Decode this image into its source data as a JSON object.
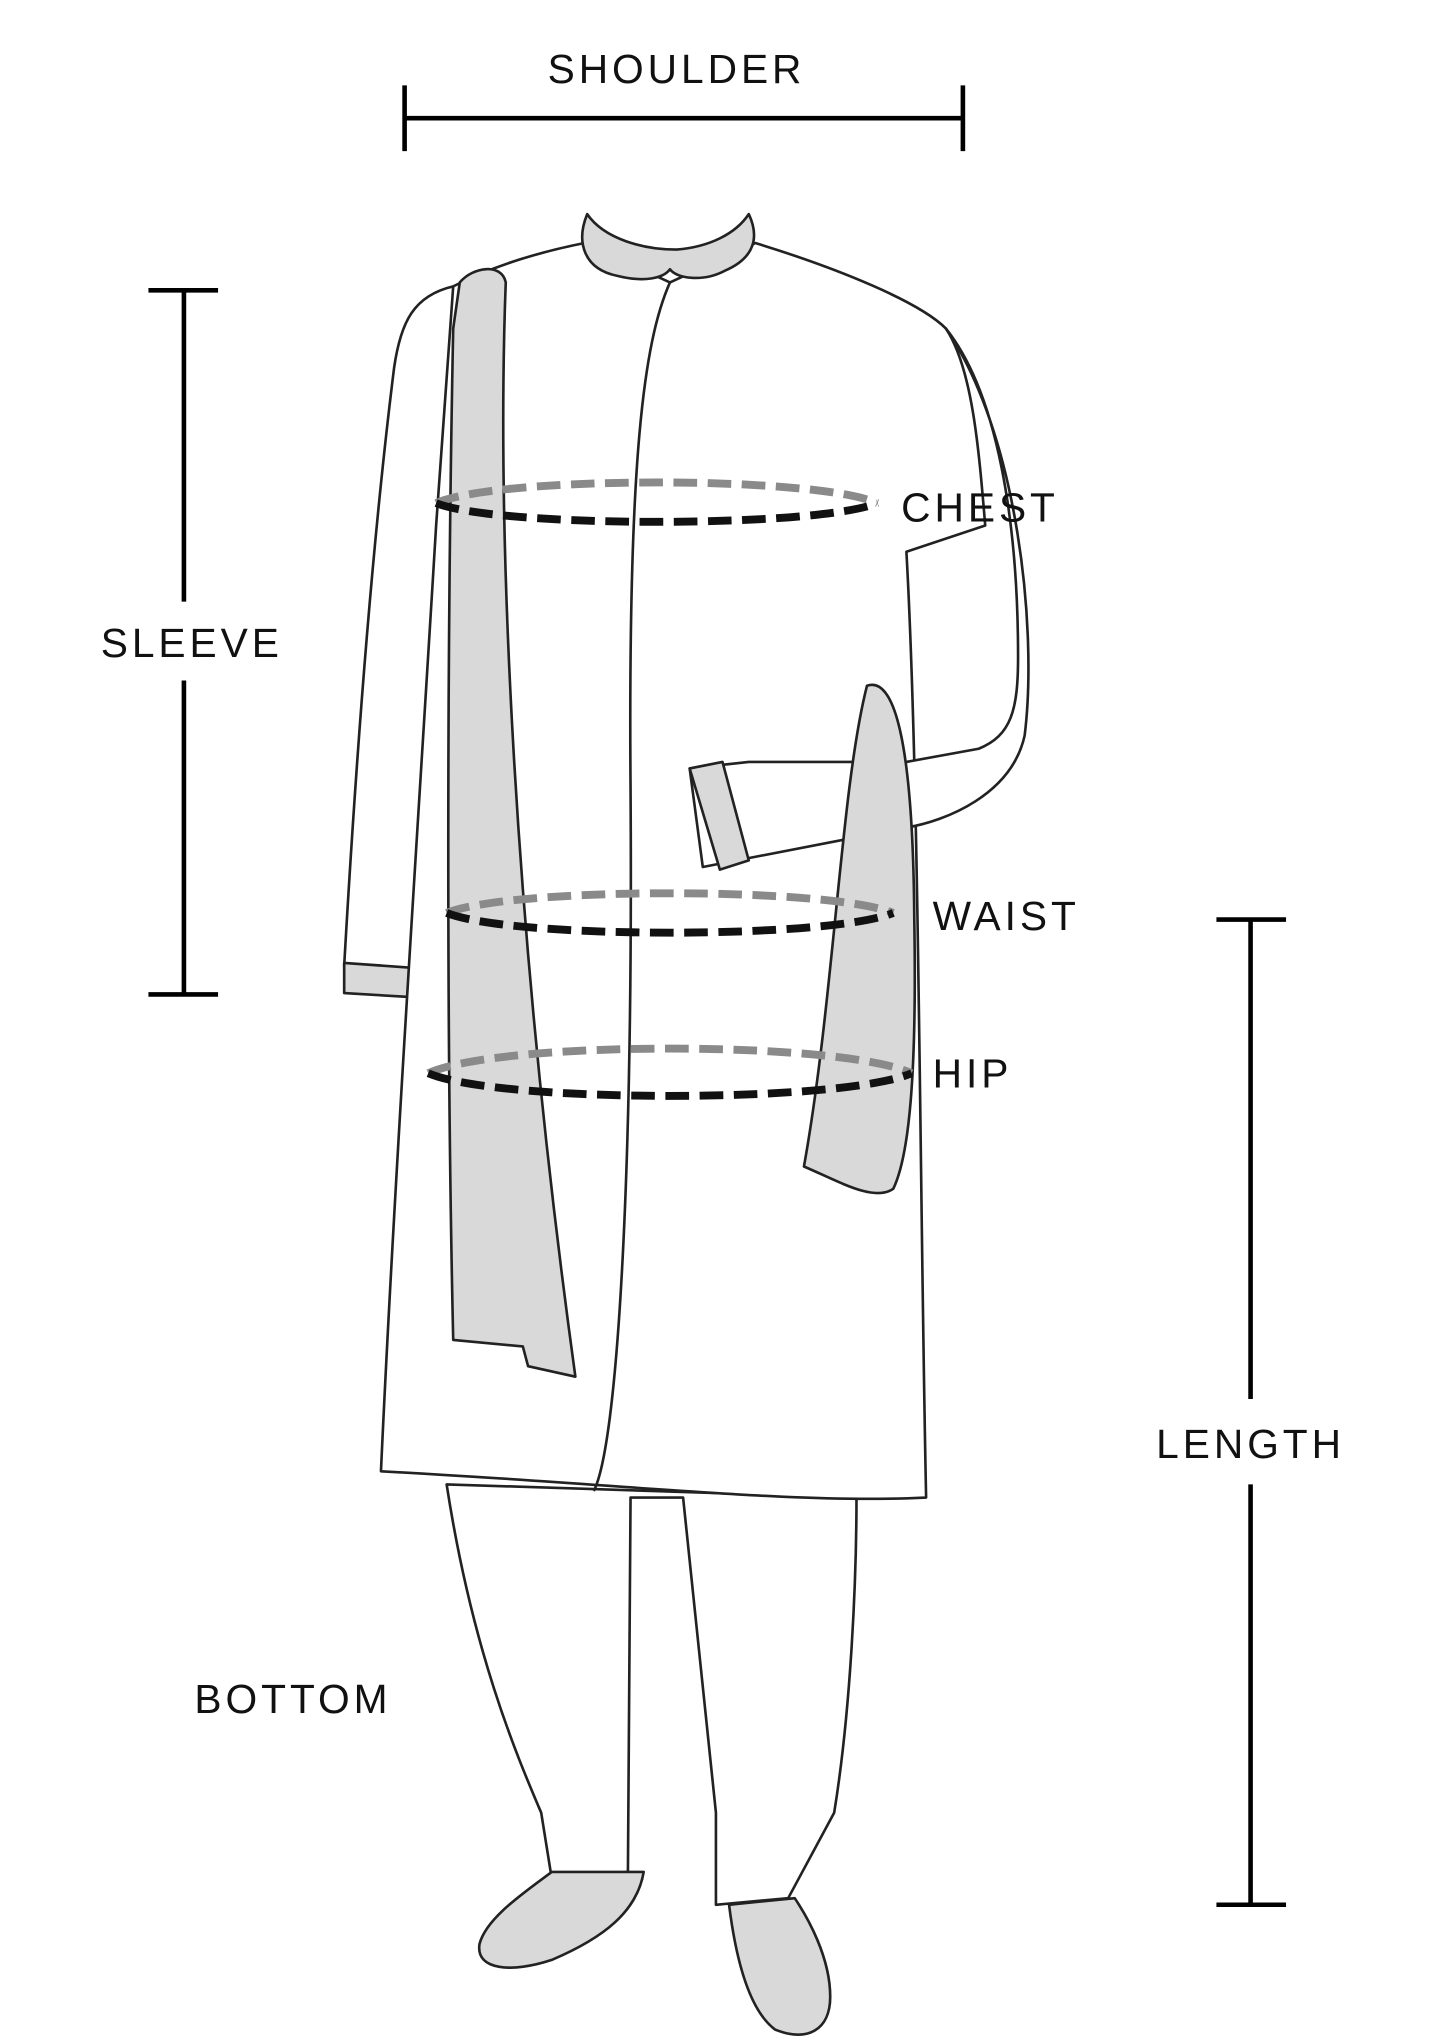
{
  "labels": {
    "shoulder": "SHOULDER",
    "chest": "CHEST",
    "sleeve": "SLEEVE",
    "waist": "WAIST",
    "hip": "HIP",
    "length": "LENGTH",
    "bottom": "BOTTOM"
  },
  "colors": {
    "outline": "#222222",
    "fill_accent": "#d9d9d9",
    "dash_back": "#8a8a8a",
    "dash_front": "#111111"
  }
}
